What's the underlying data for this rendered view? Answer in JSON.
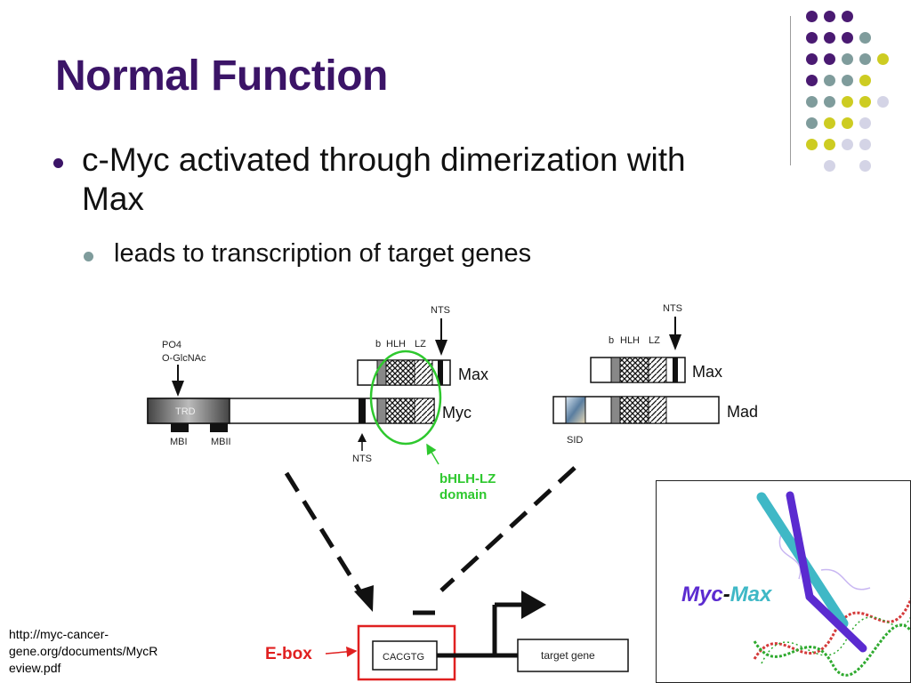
{
  "slide": {
    "title": "Normal Function",
    "bullets": [
      {
        "text": "c-Myc activated through dimerization with Max",
        "line1": "c-Myc activated through dimerization with",
        "line2": "Max"
      },
      {
        "text": "leads to transcription of target genes"
      }
    ],
    "source_url": {
      "line1": "http://myc-cancer-",
      "line2": "gene.org/documents/MycR",
      "line3": "eview.pdf"
    }
  },
  "diagram": {
    "labels": {
      "nts_max": "NTS",
      "nts_mad": "NTS",
      "nts_bottom": "NTS",
      "po4": "PO4",
      "oglcnac": "O-GlcNAc",
      "b": "b",
      "hlh": "HLH",
      "lz": "LZ",
      "b2": "b",
      "hlh2": "HLH",
      "lz2": "LZ",
      "max": "Max",
      "myc": "Myc",
      "max2": "Max",
      "mad": "Mad",
      "trd": "TRD",
      "mbi": "MBI",
      "mbii": "MBII",
      "sid": "SID",
      "bhlh_lz_line1": "bHLH-LZ",
      "bhlh_lz_line2": "domain",
      "ebox": "E-box",
      "cacgtg": "CACGTG",
      "target_gene": "target gene"
    },
    "colors": {
      "bhlh_annotation": "#2ec82e",
      "ebox": "#e02020"
    }
  },
  "inset": {
    "label_myc": "Myc",
    "label_dash": "-",
    "label_max": "Max",
    "colors": {
      "myc": "#5b2bd0",
      "max": "#3fb8c6"
    }
  }
}
